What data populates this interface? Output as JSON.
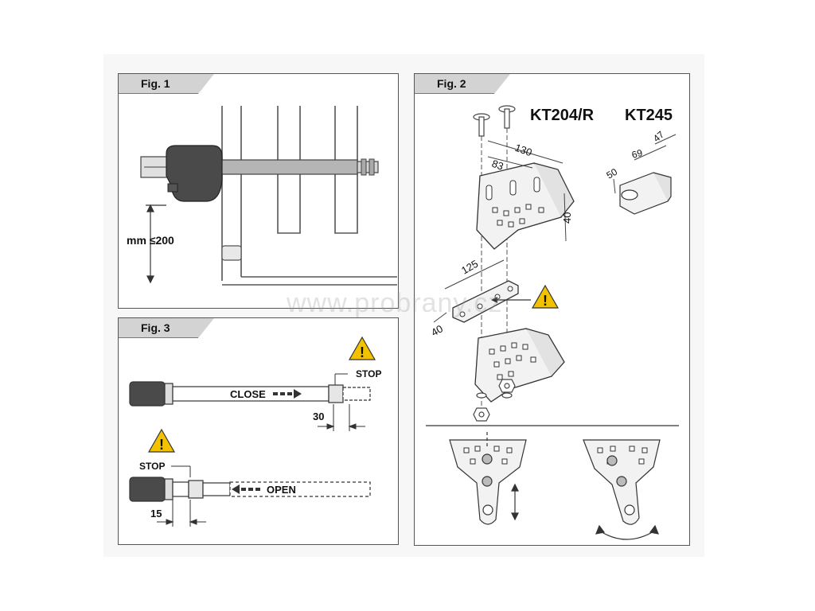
{
  "fig1": {
    "title": "Fig. 1",
    "dimension_label": "mm ≤200"
  },
  "fig2": {
    "title": "Fig. 2",
    "model_a": "KT204/R",
    "model_b": "KT245",
    "dim_130": "130",
    "dim_83": "83",
    "dim_40_side": "40",
    "dim_125": "125",
    "dim_40_bottom": "40",
    "dim_47": "47",
    "dim_69": "69",
    "dim_50": "50"
  },
  "fig3": {
    "title": "Fig. 3",
    "stop_top": "STOP",
    "close_label": "CLOSE",
    "dim_30": "30",
    "stop_bottom": "STOP",
    "open_label": "OPEN",
    "dim_15": "15"
  },
  "watermark": "www.probrany.cz",
  "colors": {
    "actuator_body": "#4a4a4a",
    "rod": "#b5b5b5",
    "warning": "#f2c200",
    "frame": "#555555"
  }
}
